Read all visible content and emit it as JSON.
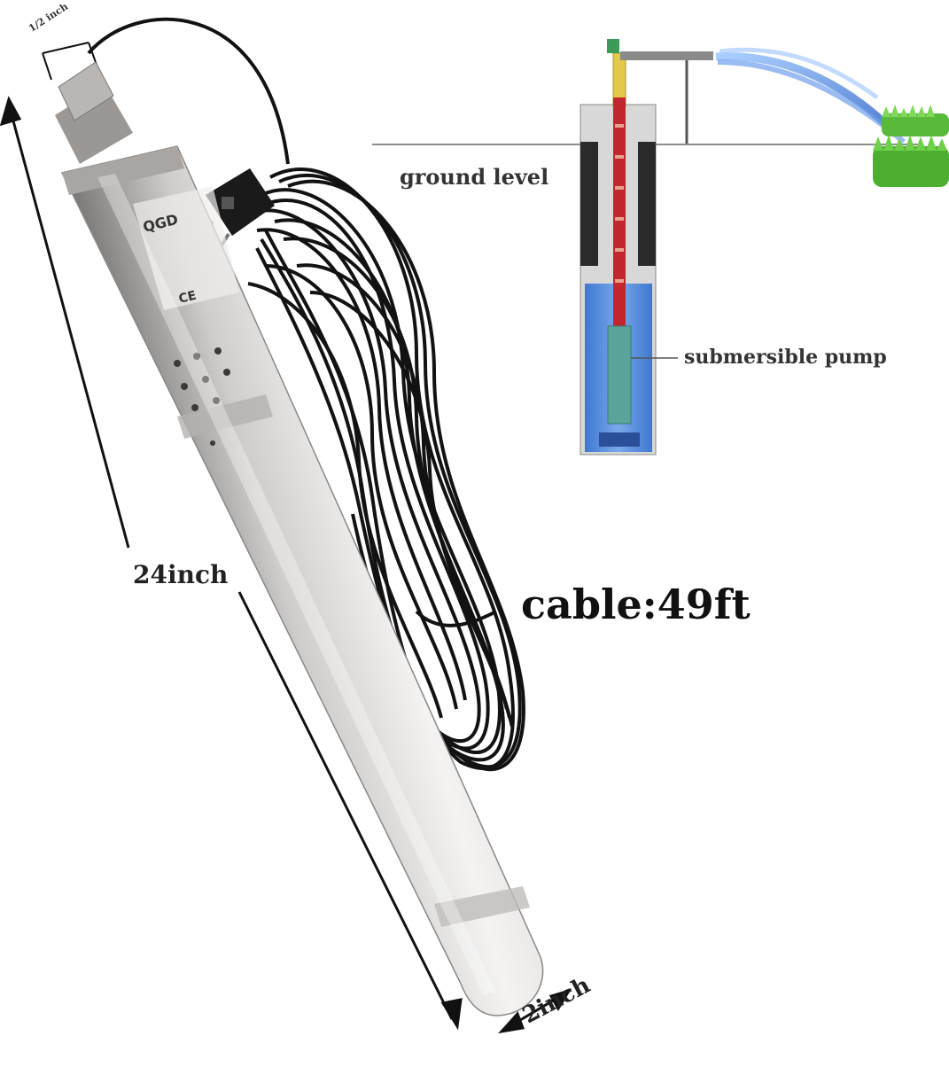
{
  "labels": {
    "top_connection": "1/2 inch",
    "length": "24inch",
    "diameter": "2inch",
    "cable": "cable:49ft",
    "ground_level": "ground level",
    "submersible_pump": "submersible pump",
    "brand": "QGD",
    "ce_mark": "CE"
  },
  "colors": {
    "steel_light": "#e8e6e4",
    "steel_dark": "#8f8c8a",
    "cable": "#111111",
    "pipe_red": "#c2272d",
    "water_blue": "#4a86d8",
    "pump_green": "#5aa49c",
    "grass": "#4caf30",
    "soil_dark": "#2e2e2e"
  }
}
